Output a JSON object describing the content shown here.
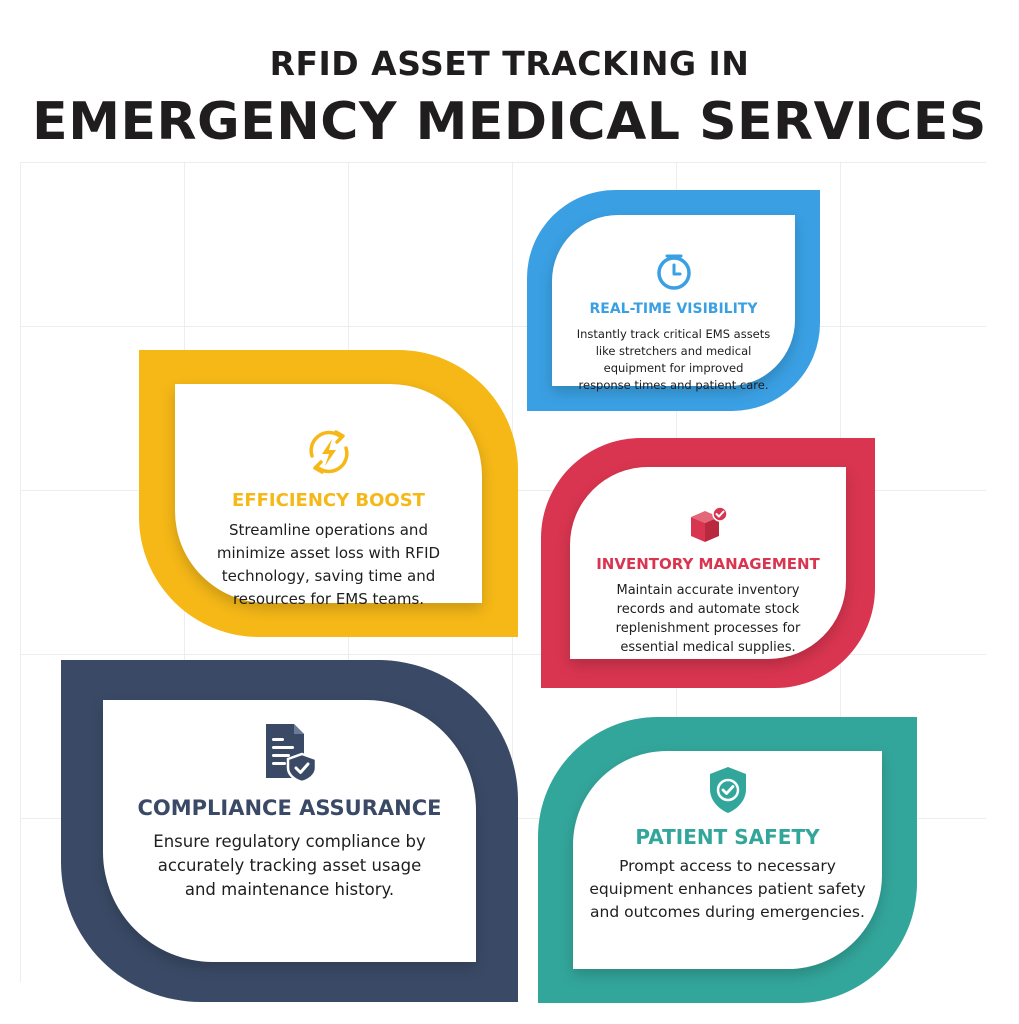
{
  "title": {
    "line1": "RFID ASSET TRACKING IN",
    "line2": "EMERGENCY MEDICAL SERVICES"
  },
  "colors": {
    "blue": "#3aa0e3",
    "yellow": "#f5b817",
    "red": "#d93550",
    "navy": "#3a4a66",
    "teal": "#33a69b",
    "text": "#1f1d1e"
  },
  "cards": {
    "realtime": {
      "icon": "clock-icon",
      "heading": "REAL-TIME VISIBILITY",
      "description": "Instantly track critical EMS assets like stretchers and medical equipment for improved response times and patient care."
    },
    "efficiency": {
      "icon": "lightning-cycle-icon",
      "heading": "EFFICIENCY BOOST",
      "description": "Streamline operations and minimize asset loss with RFID technology, saving time and resources for EMS teams."
    },
    "inventory": {
      "icon": "package-check-icon",
      "heading": "INVENTORY MANAGEMENT",
      "description": "Maintain accurate inventory records and automate stock replenishment processes for essential medical supplies."
    },
    "compliance": {
      "icon": "document-shield-icon",
      "heading": "COMPLIANCE ASSURANCE",
      "description": "Ensure regulatory compliance by accurately tracking asset usage and maintenance history."
    },
    "patient": {
      "icon": "shield-check-icon",
      "heading": "PATIENT SAFETY",
      "description": "Prompt access to necessary equipment enhances patient safety and outcomes during emergencies."
    }
  }
}
